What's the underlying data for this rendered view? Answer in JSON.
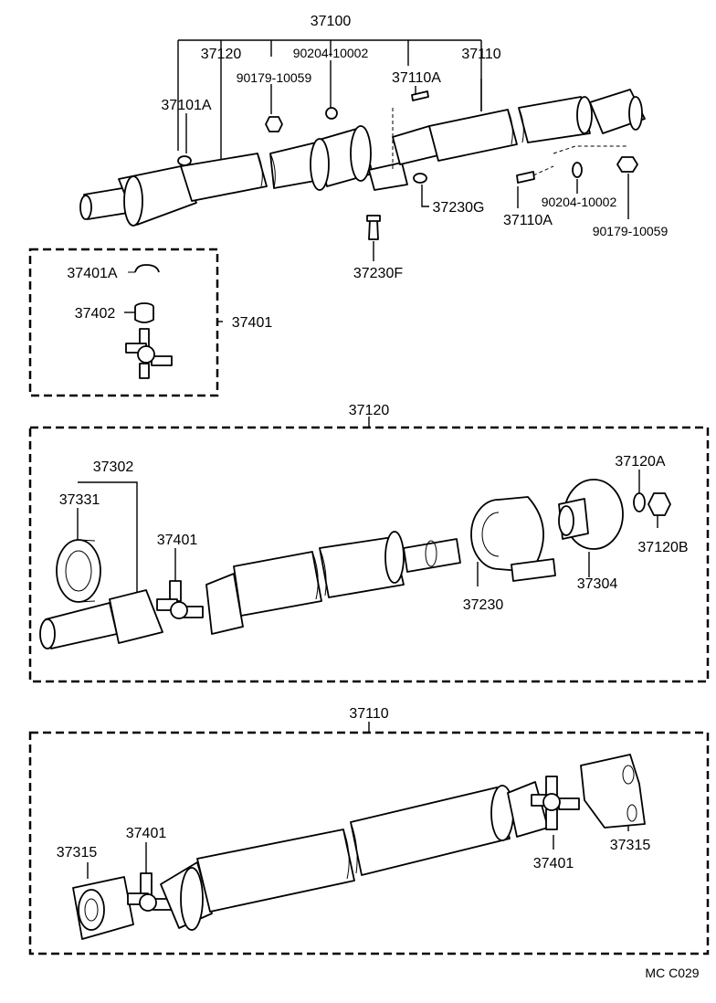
{
  "diagram_code": "MC C029",
  "labels": {
    "assembly": "37100",
    "front_shaft": "37120",
    "rear_shaft": "37110",
    "rear_shaft_sub": "37110",
    "bolt_a": "37110A",
    "bolt_b": "37110A",
    "washer_a": "90204-10002",
    "washer_b": "90204-10002",
    "nut_a": "90179-10059",
    "nut_b": "90179-10059",
    "sleeve_ring": "37101A",
    "bearing_bracket_g": "37230G",
    "bearing_bracket_f": "37230F",
    "spider_set": "37401",
    "snap_ring": "37401A",
    "bearing_cup": "37402",
    "front_shaft_sub": "37120",
    "sleeve_yoke_set": "37302",
    "dust_seal": "37331",
    "spider_front": "37401",
    "center_bearing": "37230",
    "flange": "37304",
    "washer_120a": "37120A",
    "nut_120b": "37120B",
    "flange_yoke_left": "37315",
    "flange_yoke_right": "37315",
    "spider_rear_left": "37401",
    "spider_rear_right": "37401"
  }
}
